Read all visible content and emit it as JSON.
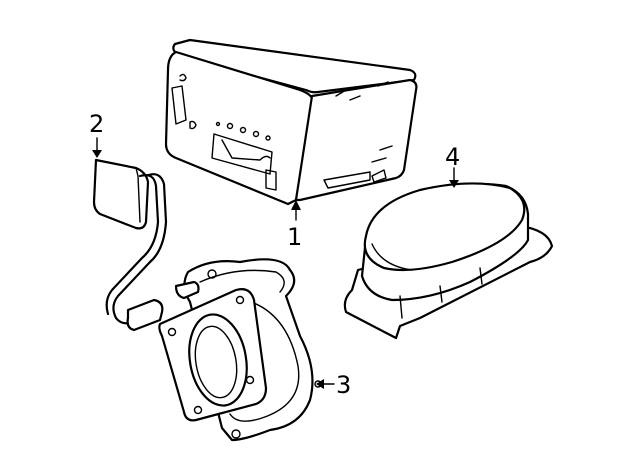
{
  "diagram": {
    "callouts": [
      {
        "id": "1",
        "label": "1"
      },
      {
        "id": "2",
        "label": "2"
      },
      {
        "id": "3",
        "label": "3"
      },
      {
        "id": "4",
        "label": "4"
      }
    ],
    "parts": [
      {
        "callout": "1",
        "icon": "radio-receiver"
      },
      {
        "callout": "2",
        "icon": "antenna-module-with-cable"
      },
      {
        "callout": "3",
        "icon": "speaker-with-bracket"
      },
      {
        "callout": "4",
        "icon": "subwoofer-enclosure"
      }
    ]
  }
}
